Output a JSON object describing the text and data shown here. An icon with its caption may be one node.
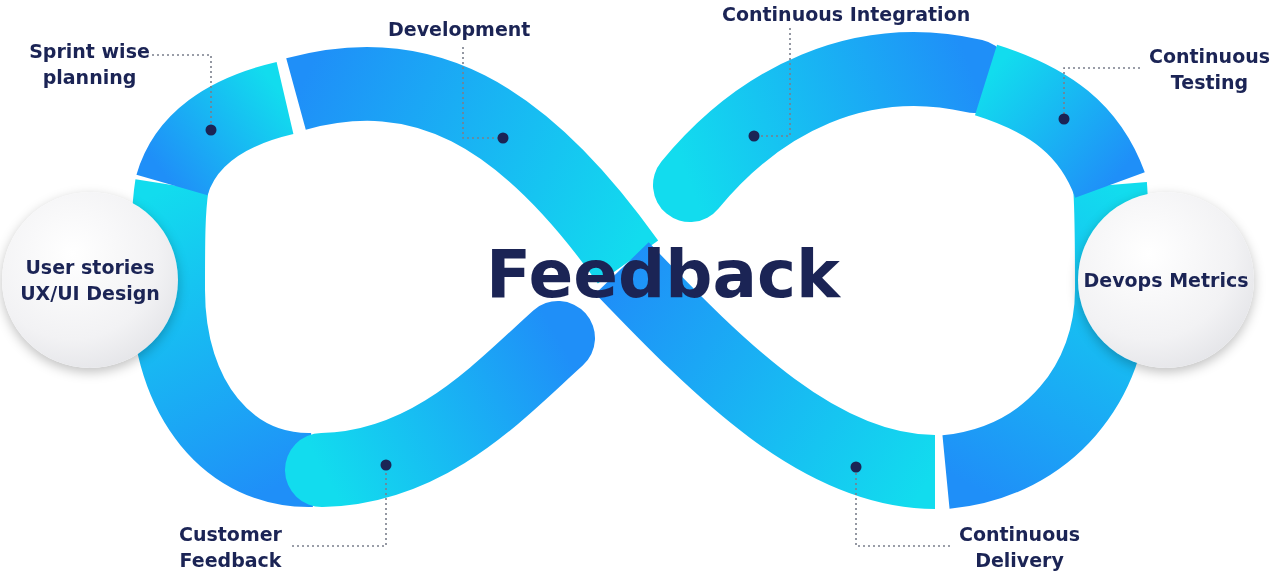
{
  "diagram": {
    "nodes": [
      {
        "text": [
          "Sprint wise planning"
        ]
      },
      {
        "text": [
          "Development"
        ]
      },
      {
        "text": [
          "Continuous Integration"
        ]
      },
      {
        "text": [
          "Continuous Testing"
        ]
      },
      {
        "text": [
          "User stories UX/UI Design"
        ]
      },
      {
        "text": [
          "Devops Metrics"
        ]
      },
      {
        "text": [
          "Customer Feedback"
        ]
      },
      {
        "text": [
          "Continuous Delivery"
        ]
      },
      {
        "text": [],
        "shape": "band"
      },
      {
        "text": [],
        "shape": "band"
      },
      {
        "text": [],
        "shape": "band"
      },
      {
        "text": [],
        "shape": "band"
      },
      {
        "text": [],
        "shape": "band"
      },
      {
        "text": [],
        "shape": "band"
      },
      {
        "text": [],
        "shape": "band"
      },
      {
        "text": [],
        "shape": "band"
      }
    ],
    "edges": [
      {
        "from": 0,
        "to": 9,
        "arrow": "other",
        "style": "dashed"
      },
      {
        "from": 1,
        "to": 10,
        "arrow": "other",
        "style": "dashed"
      },
      {
        "from": 2,
        "to": 13,
        "arrow": "other",
        "style": "dashed"
      },
      {
        "from": 3,
        "to": 15,
        "arrow": "other",
        "style": "dashed"
      },
      {
        "from": 6,
        "to": 11,
        "arrow": "other",
        "style": "dashed"
      },
      {
        "from": 7,
        "to": 12,
        "arrow": "other",
        "style": "dashed"
      }
    ],
    "labels": [
      "Feedback"
    ]
  }
}
